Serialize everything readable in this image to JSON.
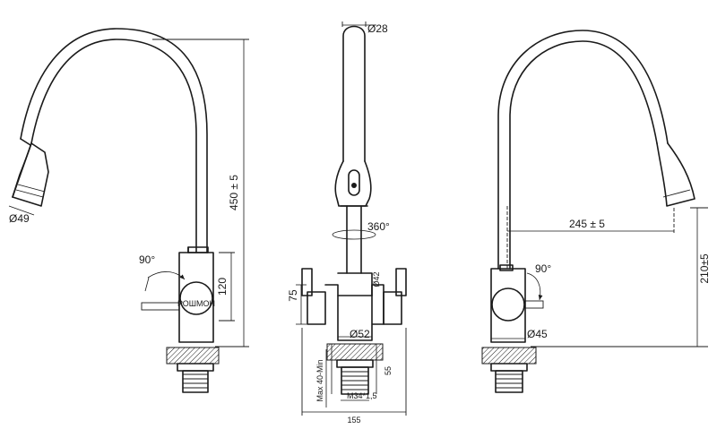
{
  "labels": {
    "d49": "Ø49",
    "h450": "450 ± 5",
    "a90_left": "90°",
    "h120": "120",
    "brand": "РОШМОН",
    "d28": "Ø28",
    "r360": "360°",
    "h75": "75",
    "d42": "Ø42",
    "d52": "Ø52",
    "h55": "55",
    "max40": "Max 40-Min",
    "m34": "M34*1,5",
    "w155": "155",
    "w245": "245 ± 5",
    "h210": "210±5",
    "a90_right": "90°",
    "d45": "Ø45"
  },
  "colors": {
    "line": "#1a1a1a",
    "background": "#ffffff"
  }
}
